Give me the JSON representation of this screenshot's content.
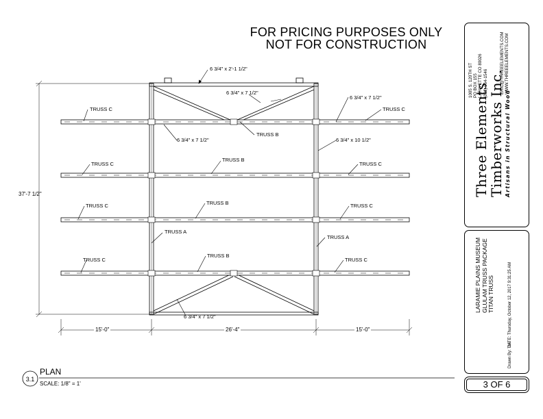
{
  "notice": {
    "line1": "FOR PRICING PURPOSES ONLY",
    "line2": "NOT FOR CONSTRUCTION"
  },
  "title_block": {
    "address": [
      "1005 S. 120TH ST",
      "PO BOX 155",
      "LAFAYETTE CO 80026",
      "(303) 664-1546"
    ],
    "email": "ERIC@THREEELEMENTS.COM",
    "website": "WWW.THREEELEMENTS.COM",
    "company_line1": "Three Elements",
    "company_line2": "Timberworks Inc.",
    "tagline": "Artisans in Structural Wood",
    "project_lines": [
      "LARAMIE PLAINS MUSEUM",
      "GLULAM TRUSS PACKAGE",
      "TITAN TRUSS"
    ],
    "drawn_by": "Drawn By: TM",
    "date": "DATE: Thursday, October 12, 2017 9:31:25 AM",
    "sheet": "3 OF 6"
  },
  "plan": {
    "detail_number": "3.1",
    "title": "PLAN",
    "scale": "SCALE: 1/8\" = 1'"
  },
  "labels": {
    "beam_top": "6 3/4\" x 2'-1 1/2\"",
    "brace_top": "6 3/4\" x 7 1/2\"",
    "right_top": "6 3/4\" x 7 1/2\"",
    "left_mid": "6 3/4\" x 7 1/2\"",
    "col_right": "6 3/4\" x 10 1/2\"",
    "brace_bottom": "6 3/4\" x 7 1/2\"",
    "truss_c_1l": "TRUSS C",
    "truss_c_1r": "TRUSS C",
    "truss_b_1": "TRUSS B",
    "truss_c_2l": "TRUSS C",
    "truss_b_2": "TRUSS B",
    "truss_c_2r": "TRUSS C",
    "truss_c_3l": "TRUSS C",
    "truss_b_3": "TRUSS B",
    "truss_c_3r": "TRUSS C",
    "truss_a_l": "TRUSS A",
    "truss_a_r": "TRUSS A",
    "truss_c_4l": "TRUSS C",
    "truss_b_4": "TRUSS B",
    "truss_c_4r": "TRUSS C"
  },
  "dimensions": {
    "overall_vertical": "37'-7 1/2\"",
    "left": "15'-0\"",
    "center": "26'-4\"",
    "right": "15'-0\""
  }
}
